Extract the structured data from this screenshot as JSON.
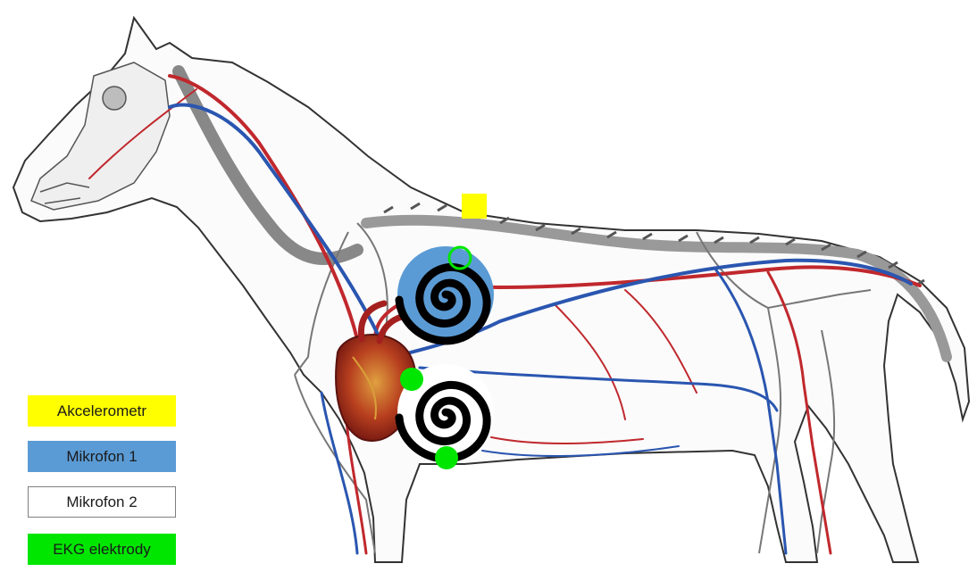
{
  "legend": {
    "items": [
      {
        "label": "Akcelerometr",
        "color": "#ffff00",
        "text_color": "#1a1a1a"
      },
      {
        "label": "Mikrofon 1",
        "color": "#5b9bd5",
        "text_color": "#1a1a1a"
      },
      {
        "label": "Mikrofon 2",
        "color": "#ffffff",
        "text_color": "#1a1a1a"
      },
      {
        "label": "EKG elektrody",
        "color": "#00e600",
        "text_color": "#1a1a1a"
      }
    ]
  },
  "colors": {
    "accelerometer": "#ffff00",
    "microphone_1": "#5b9bd5",
    "microphone_2": "#ffffff",
    "ecg_electrode": "#00e600",
    "artery": "#c0282d",
    "vein": "#2a56b0",
    "outline": "#333333",
    "bone": "#e9e9e9"
  },
  "markers": {
    "accelerometer": "yellow-square-marker",
    "microphone_1": "blue-spiral-marker",
    "microphone_2": "white-spiral-marker",
    "ecg_electrodes": [
      "green-dot-marker",
      "green-dot-marker",
      "green-ring-marker"
    ]
  }
}
